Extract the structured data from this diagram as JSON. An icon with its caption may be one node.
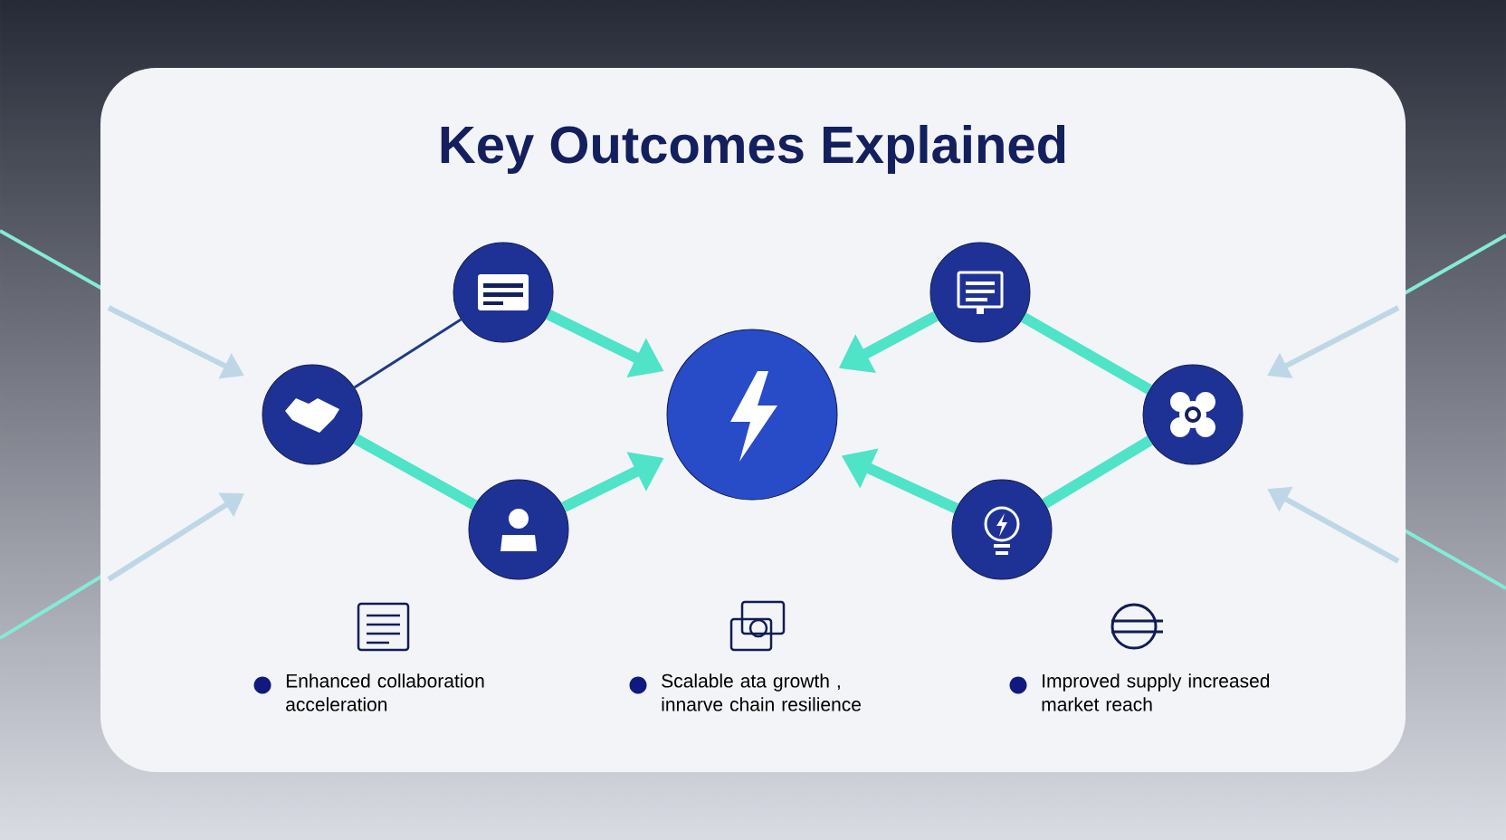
{
  "diagram": {
    "title": "Key Outcomes Explained",
    "nodes": [
      {
        "text": [],
        "shape": "circle"
      },
      {
        "text": [],
        "shape": "circle"
      },
      {
        "text": [],
        "shape": "circle"
      },
      {
        "text": [],
        "shape": "circle"
      },
      {
        "text": [],
        "shape": "circle"
      },
      {
        "text": [],
        "shape": "circle"
      },
      {
        "text": [],
        "shape": "circle"
      }
    ],
    "edges": [
      {
        "from": 0,
        "to": 1,
        "arrow": "none",
        "color": "#1f3a8a"
      },
      {
        "from": 0,
        "to": 2,
        "arrow": "none"
      },
      {
        "from": 1,
        "to": 3,
        "arrow": "to"
      },
      {
        "from": 2,
        "to": 3,
        "arrow": "to"
      },
      {
        "from": 4,
        "to": 3,
        "arrow": "to"
      },
      {
        "from": 6,
        "to": 4,
        "arrow": "none"
      },
      {
        "from": 6,
        "to": 5,
        "arrow": "none"
      },
      {
        "from": 5,
        "to": 3,
        "arrow": "to"
      }
    ],
    "labels": [
      "Enhanced collaboration acceleration",
      "Scalable ata growth , innarve chain resilience",
      "Improved supply increased market reach"
    ]
  }
}
